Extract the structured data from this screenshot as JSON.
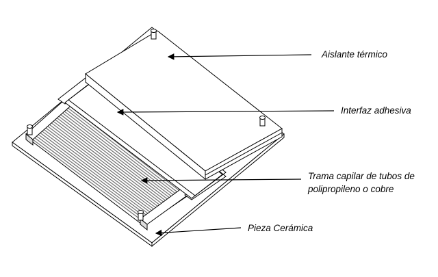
{
  "diagram": {
    "labels": {
      "aislante": "Aislante térmico",
      "interfaz": "Interfaz adhesiva",
      "trama_line1": "Trama capilar de tubos de",
      "trama_line2": "polipropileno o cobre",
      "pieza": "Pieza Cerámica"
    },
    "colors": {
      "stroke": "#000000",
      "fill": "#ffffff",
      "tubes": "#777777"
    }
  }
}
